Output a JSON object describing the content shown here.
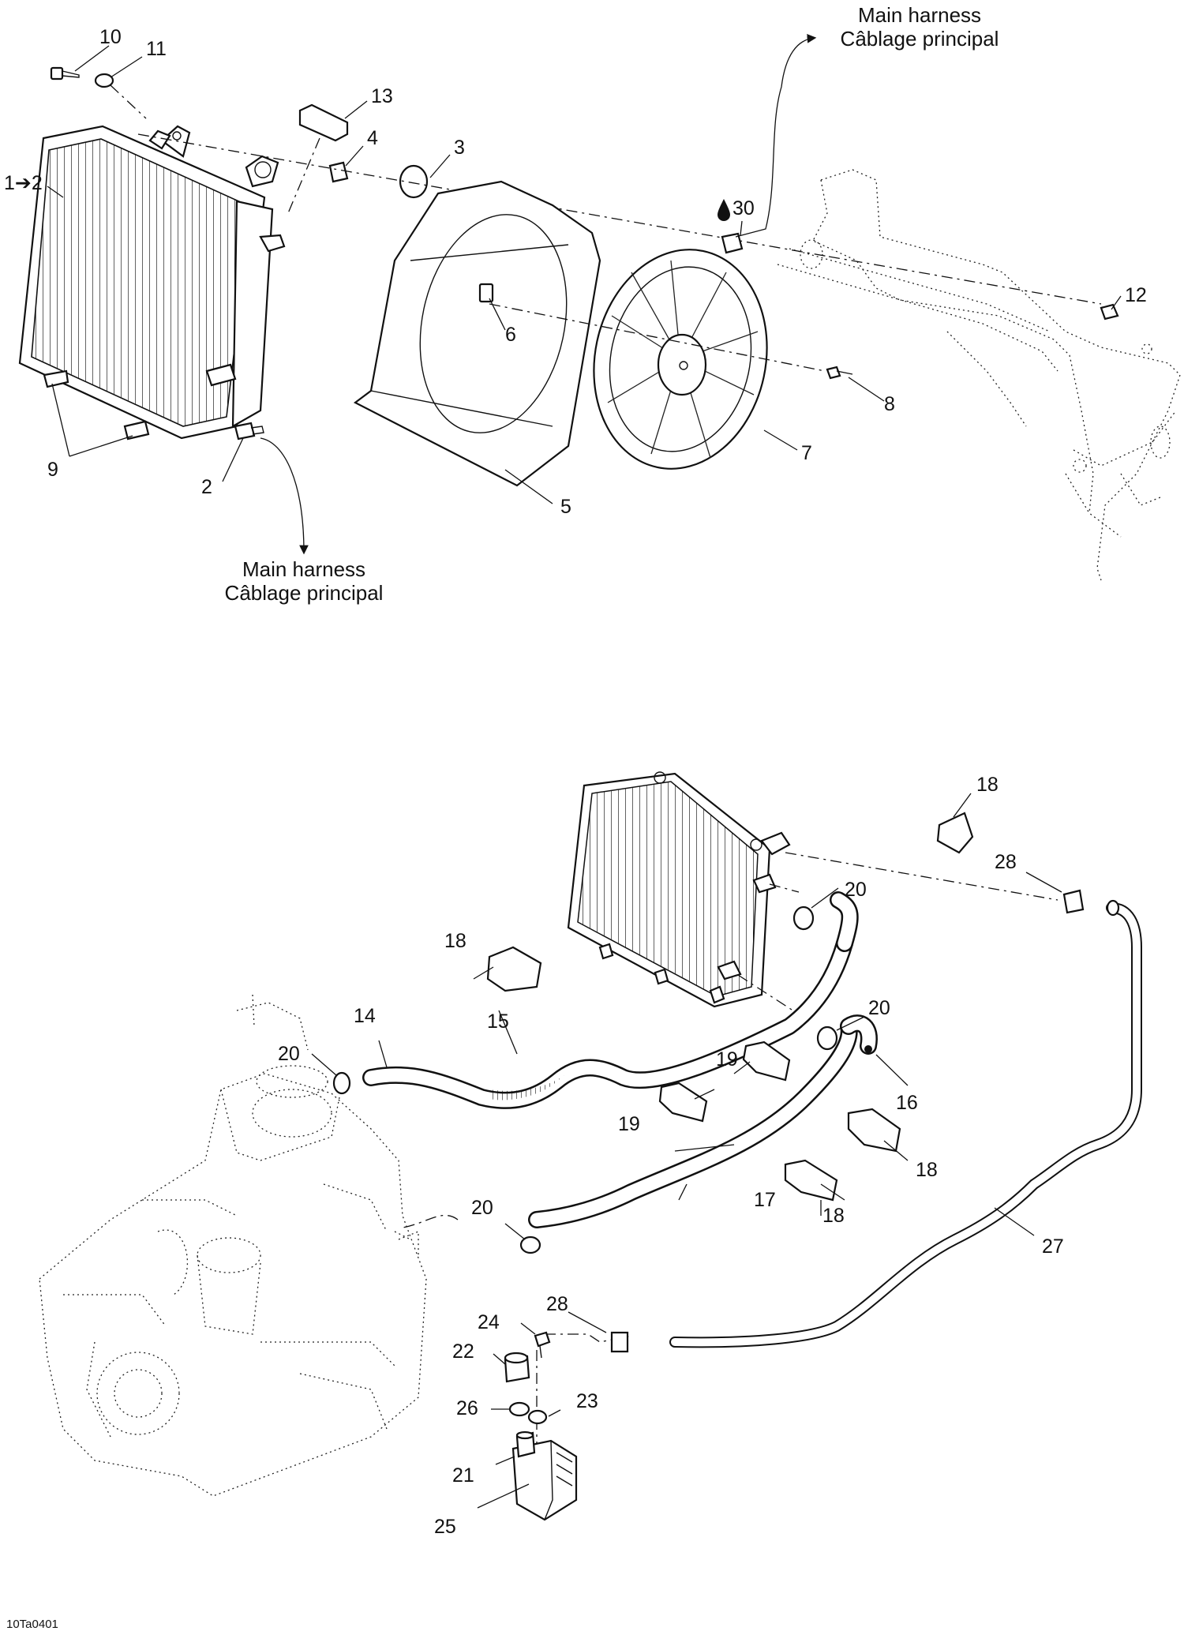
{
  "callouts": {
    "c1": "1➔2",
    "c2": "2",
    "c3": "3",
    "c4": "4",
    "c5": "5",
    "c6": "6",
    "c7": "7",
    "c8": "8",
    "c9": "9",
    "c10": "10",
    "c11": "11",
    "c12": "12",
    "c13": "13",
    "c14": "14",
    "c15": "15",
    "c16": "16",
    "c17": "17",
    "c18": "18",
    "c19": "19",
    "c20": "20",
    "c21": "21",
    "c22": "22",
    "c23": "23",
    "c24": "24",
    "c25": "25",
    "c26": "26",
    "c27": "27",
    "c28": "28",
    "c30": "30"
  },
  "harness": {
    "line1": "Main harness",
    "line2": "Câblage principal"
  },
  "reference_code": "10Ta0401",
  "icons": {
    "sealant": "oil-drop-icon",
    "arrow": "arrow-icon"
  }
}
